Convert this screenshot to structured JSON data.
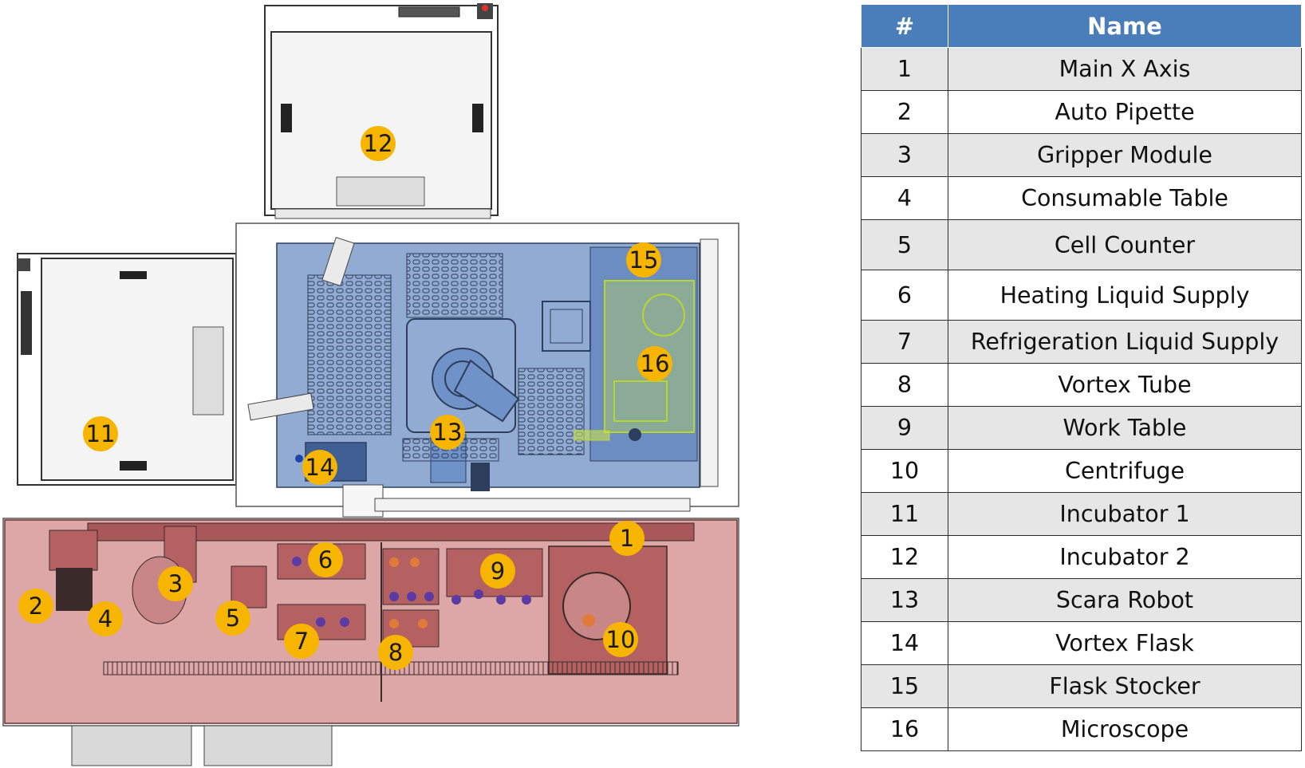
{
  "table": {
    "headers": [
      "#",
      "Name"
    ],
    "rows": [
      {
        "num": "1",
        "name": "Main X Axis"
      },
      {
        "num": "2",
        "name": "Auto Pipette"
      },
      {
        "num": "3",
        "name": "Gripper Module"
      },
      {
        "num": "4",
        "name": "Consumable Table"
      },
      {
        "num": "5",
        "name": "Cell Counter"
      },
      {
        "num": "6",
        "name": "Heating Liquid Supply"
      },
      {
        "num": "7",
        "name": "Refrigeration Liquid Supply"
      },
      {
        "num": "8",
        "name": "Vortex Tube"
      },
      {
        "num": "9",
        "name": "Work Table"
      },
      {
        "num": "10",
        "name": "Centrifuge"
      },
      {
        "num": "11",
        "name": "Incubator 1"
      },
      {
        "num": "12",
        "name": "Incubator 2"
      },
      {
        "num": "13",
        "name": "Scara Robot"
      },
      {
        "num": "14",
        "name": "Vortex Flask"
      },
      {
        "num": "15",
        "name": "Flask Stocker"
      },
      {
        "num": "16",
        "name": "Microscope"
      }
    ]
  },
  "diagram": {
    "badges": [
      "1",
      "2",
      "3",
      "4",
      "5",
      "6",
      "7",
      "8",
      "9",
      "10",
      "11",
      "12",
      "13",
      "14",
      "15",
      "16"
    ]
  },
  "colors": {
    "header": "#4a7ebb",
    "badge": "#f7b500",
    "upper_zone": "#4d77b6",
    "lower_zone": "#c76d6d",
    "microscope_highlight": "#c9e24a"
  }
}
